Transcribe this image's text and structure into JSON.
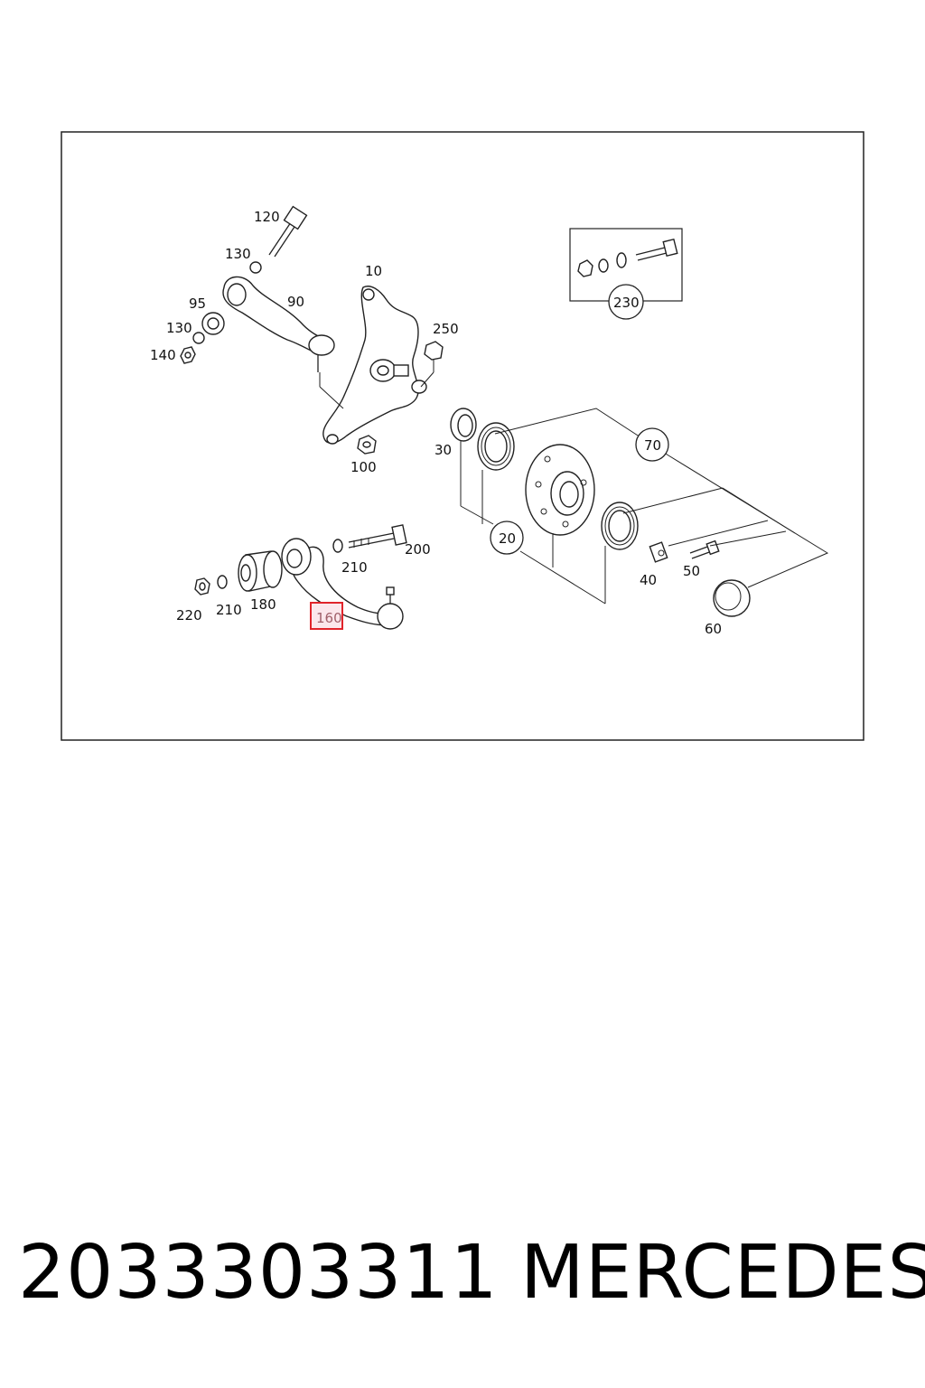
{
  "part_number": "2033303311",
  "brand": "MERCEDES",
  "highlight": {
    "label": "160",
    "color": "#e0242b"
  },
  "labels": {
    "l120": "120",
    "l130a": "130",
    "l95": "95",
    "l90": "90",
    "l130b": "130",
    "l140": "140",
    "l10": "10",
    "l250": "250",
    "l100": "100",
    "l30": "30",
    "l70": "70",
    "l20": "20",
    "l230": "230",
    "l200": "200",
    "l210a": "210",
    "l220": "220",
    "l210b": "210",
    "l180": "180",
    "l40": "40",
    "l50": "50",
    "l60": "60"
  }
}
